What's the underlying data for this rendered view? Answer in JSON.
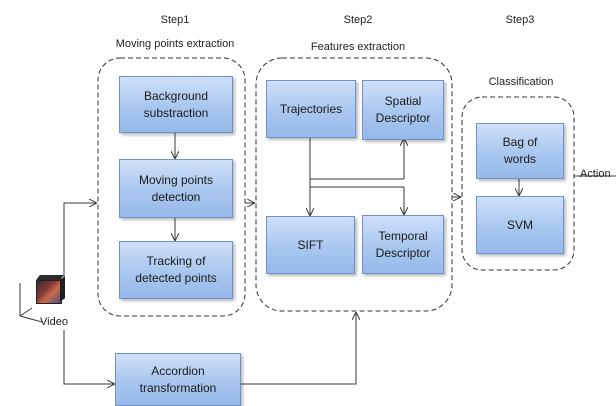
{
  "steps": {
    "step1": {
      "title": "Step1",
      "subtitle": "Moving points extraction"
    },
    "step2": {
      "title": "Step2",
      "subtitle": "Features extraction"
    },
    "step3": {
      "title": "Step3",
      "subtitle": "Classification"
    }
  },
  "boxes": {
    "background_subtraction": "Background\nsubstraction",
    "moving_points_detection": "Moving points\ndetection",
    "tracking": "Tracking of\ndetected points",
    "trajectories": "Trajectories",
    "spatial_descriptor": "Spatial\nDescriptor",
    "sift": "SIFT",
    "temporal_descriptor": "Temporal\nDescriptor",
    "bag_of_words": "Bag of\nwords",
    "svm": "SVM",
    "accordion": "Accordion\ntransformation"
  },
  "input_label": "Video",
  "output_label": "Action",
  "colors": {
    "box_fill": "#a8c6ef",
    "box_border": "#6f93c8",
    "line": "#3a3a3a"
  }
}
